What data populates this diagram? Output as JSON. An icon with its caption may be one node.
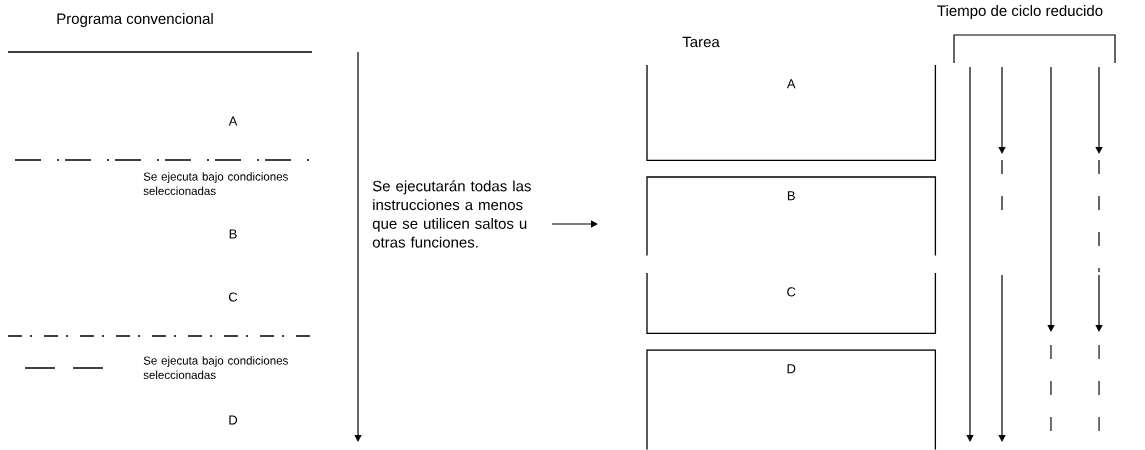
{
  "diagram": {
    "nodes": [
      {
        "text": [
          "A"
        ]
      },
      {
        "text": [
          "B"
        ]
      },
      {
        "text": [
          "C"
        ]
      },
      {
        "text": [
          "D"
        ]
      }
    ],
    "labels": [
      "Tiempo de ciclo reducido",
      "Programa convencional",
      "Tarea",
      "A",
      "Se ejecuta bajo condiciones seleccionadas",
      "B",
      "Se ejecutarán todas las instrucciones a menos que se utilicen saltos u otras funciones.",
      "C",
      "Se ejecuta bajo condiciones seleccionadas",
      "D"
    ]
  }
}
